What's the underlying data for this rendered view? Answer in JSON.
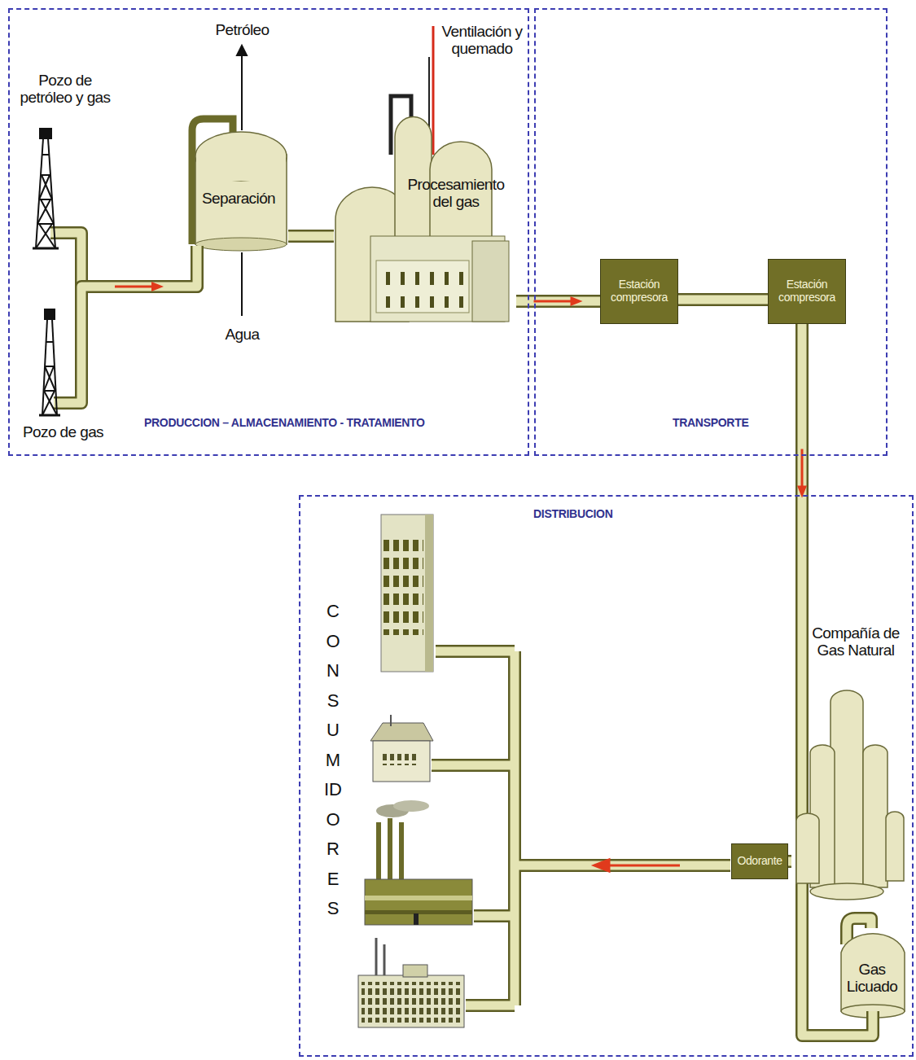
{
  "diagram": {
    "nodes": [
      {
        "text": [
          "PRODUCCION – ALMACENAMIENTO - TRATAMIENTO"
        ]
      },
      {
        "text": [
          "Pozo de petróleo y gas"
        ],
        "in": 0
      },
      {
        "text": [
          "Pozo de gas"
        ],
        "in": 0
      },
      {
        "text": [
          "Separación"
        ],
        "in": 0
      },
      {
        "text": [
          "Procesamiento del gas"
        ],
        "in": 0
      },
      {
        "text": [
          "TRANSPORTE"
        ]
      },
      {
        "text": [
          "Estación compresora"
        ],
        "in": 5
      },
      {
        "text": [
          "Estación compresora"
        ],
        "in": 5
      },
      {
        "text": [
          "DISTRIBUCION"
        ]
      },
      {
        "text": [
          "Compañía de Gas Natural"
        ],
        "in": 8
      },
      {
        "text": [
          "Odorante"
        ],
        "in": 8
      },
      {
        "text": [
          "Gas Licuado"
        ],
        "in": 8
      }
    ],
    "edges": [
      {
        "from": 1,
        "to": 3,
        "arrow": "to"
      },
      {
        "from": 2,
        "to": 3,
        "arrow": "to"
      },
      {
        "from": 3,
        "to": 4,
        "arrow": "none"
      },
      {
        "from": 4,
        "to": 6,
        "arrow": "to"
      },
      {
        "from": 6,
        "to": 7,
        "arrow": "none"
      },
      {
        "from": 7,
        "to": 9,
        "arrow": "to"
      },
      {
        "from": 9,
        "to": 10,
        "arrow": "none"
      },
      {
        "from": 9,
        "to": 11,
        "arrow": "none"
      }
    ],
    "labels": [
      "Petróleo",
      "Agua",
      "Ventilación y quemado",
      "CONSUMIDORES"
    ]
  }
}
